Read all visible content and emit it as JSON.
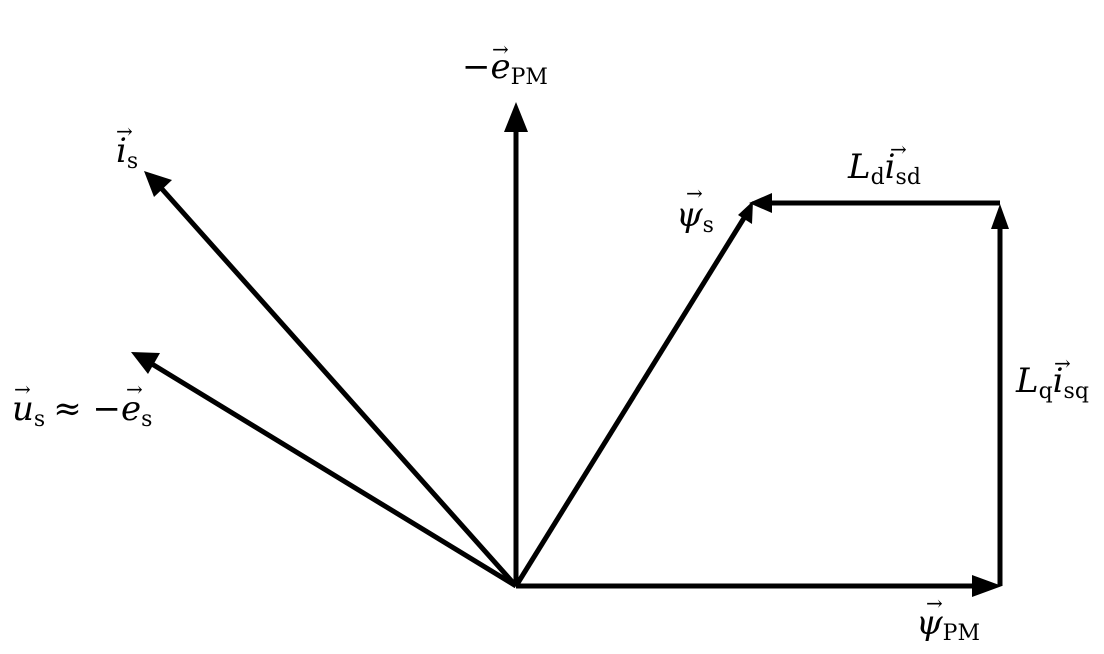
{
  "diagram": {
    "vectors": [
      {
        "id": "i_s",
        "symbol": "i",
        "subscript": "s"
      },
      {
        "id": "u_s",
        "symbol": "u",
        "subscript": "s",
        "relation": "≈ −",
        "rhs_symbol": "e",
        "rhs_subscript": "s"
      },
      {
        "id": "neg_e_pm",
        "prefix": "−",
        "symbol": "e",
        "subscript": "PM"
      },
      {
        "id": "psi_s",
        "symbol": "ψ",
        "subscript": "s"
      },
      {
        "id": "ld_isd",
        "coef": "L",
        "coef_subscript": "d",
        "symbol": "i",
        "subscript": "sd"
      },
      {
        "id": "lq_isq",
        "coef": "L",
        "coef_subscript": "q",
        "symbol": "i",
        "subscript": "sq"
      },
      {
        "id": "psi_pm",
        "symbol": "ψ",
        "subscript": "PM"
      }
    ],
    "vector_arrow_glyph": "→",
    "stroke_color": "#000000",
    "background_color": "#ffffff"
  }
}
